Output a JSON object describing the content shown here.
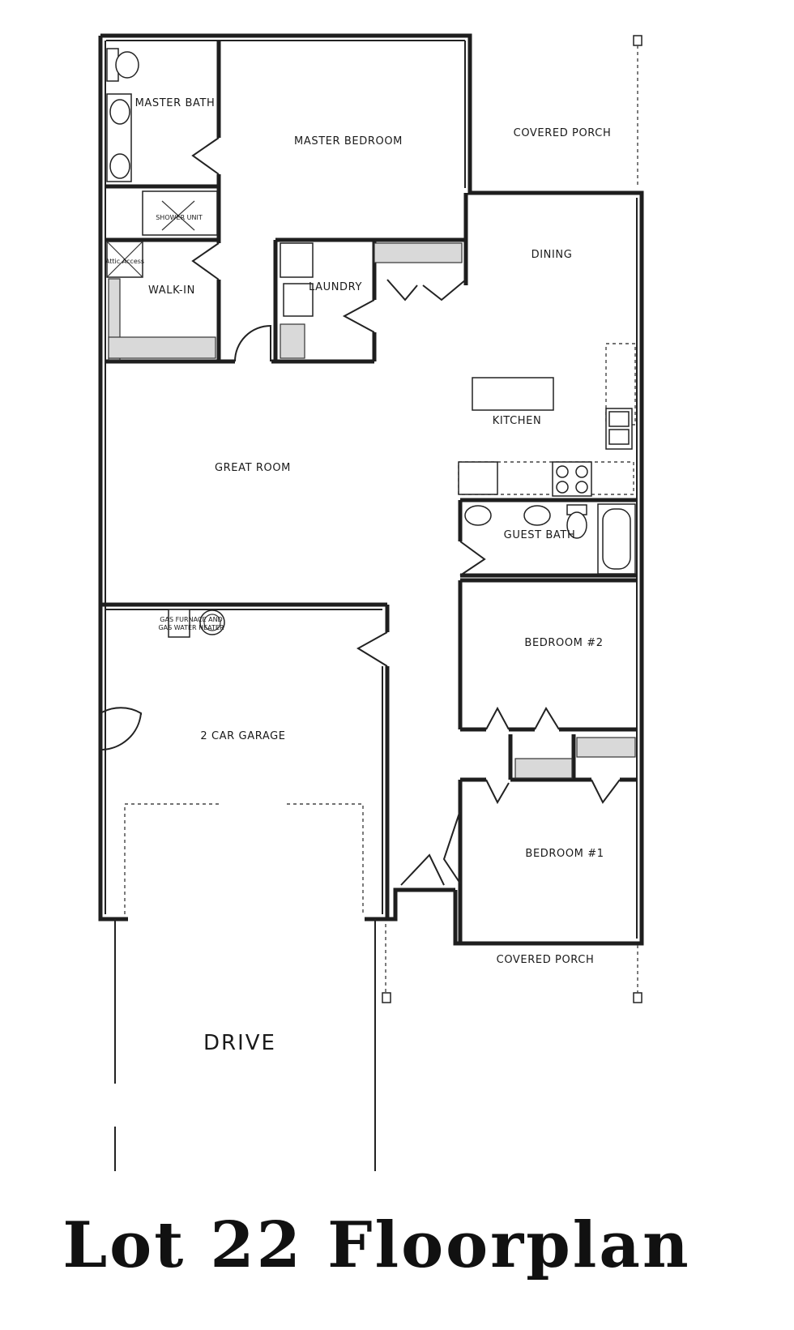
{
  "rooms": {
    "master_bath": "MASTER BATH",
    "master_bedroom": "MASTER BEDROOM",
    "covered_porch_top": "COVERED PORCH",
    "shower_unit": "SHOWER UNIT",
    "attic_access": "Attic Access",
    "walk_in": "WALK-IN",
    "laundry": "LAUNDRY",
    "dining": "DINING",
    "kitchen": "KITCHEN",
    "great_room": "GREAT ROOM",
    "guest_bath": "GUEST BATH",
    "bedroom_2": "BEDROOM #2",
    "furnace_line1": "GAS FURNACE AND",
    "furnace_line2": "GAS WATER HEATER",
    "garage": "2 CAR GARAGE",
    "bedroom_1": "BEDROOM #1",
    "covered_porch_bottom": "COVERED PORCH",
    "drive": "DRIVE"
  },
  "title": "Lot 22 Floorplan"
}
